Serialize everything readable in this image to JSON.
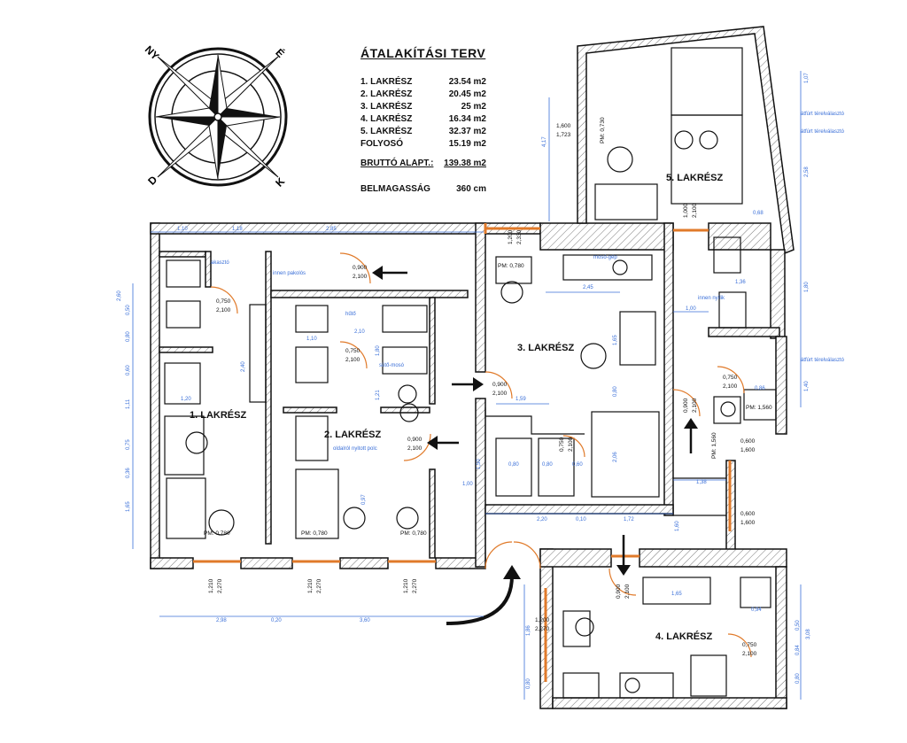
{
  "plan": {
    "title": "ÁTALAKÍTÁSI TERV",
    "areas": [
      {
        "label": "1. LAKRÉSZ",
        "value": "23.54 m2"
      },
      {
        "label": "2. LAKRÉSZ",
        "value": "20.45 m2"
      },
      {
        "label": "3. LAKRÉSZ",
        "value": "25 m2"
      },
      {
        "label": "4. LAKRÉSZ",
        "value": "16.34 m2"
      },
      {
        "label": "5. LAKRÉSZ",
        "value": "32.37 m2"
      },
      {
        "label": "FOLYOSÓ",
        "value": "15.19 m2"
      }
    ],
    "gross": {
      "label": "BRUTTÓ ALAPT.:",
      "value": "139.38 m2"
    },
    "ceiling": {
      "label": "BELMAGASSÁG",
      "value": "360 cm"
    }
  },
  "compass": {
    "nw": "NY",
    "ne": "É",
    "sw": "D",
    "se": "K"
  },
  "rooms": {
    "r1": "1. LAKRÉSZ",
    "r2": "2. LAKRÉSZ",
    "r3": "3. LAKRÉSZ",
    "r4": "4. LAKRÉSZ",
    "r5": "5. LAKRÉSZ"
  },
  "notes": {
    "akaszto": "akasztó",
    "innen_pakolos": "innen pakolós",
    "innen_nyilik": "innen nyílik",
    "oldalrol": "oldalról nyitott polc",
    "sutoi_moso": "sütő-mosó",
    "moso_gep": "mosó-gép",
    "hulo": "hűtő",
    "atfort_1": "átfúrt térelválasztó",
    "atfort_2": "átfúrt térelválasztó",
    "atfort_3": "átfúrt térelválasztó",
    "pm1": "PM: 0,780",
    "pm2": "PM: 0,780",
    "pm3": "PM: 0,780",
    "pm4": "PM: 0,780",
    "pm5": "PM: 1,560",
    "pm6": "PM: 1,560",
    "pm7": "PM: 0,730"
  },
  "doors": [
    {
      "w": "0,900",
      "h": "2,100"
    },
    {
      "w": "0,750",
      "h": "2,100"
    },
    {
      "w": "0,750",
      "h": "2,100"
    },
    {
      "w": "0,900",
      "h": "2,100"
    },
    {
      "w": "0,900",
      "h": "2,100"
    },
    {
      "w": "0,750",
      "h": "2,100"
    },
    {
      "w": "0,750",
      "h": "2,100"
    },
    {
      "w": "0,900",
      "h": "2,100"
    },
    {
      "w": "0,900",
      "h": "2,100"
    },
    {
      "w": "0,750",
      "h": "2,100"
    }
  ],
  "windows": [
    {
      "w": "1,210",
      "h": "2,270"
    },
    {
      "w": "1,210",
      "h": "2,270"
    },
    {
      "w": "1,210",
      "h": "2,270"
    },
    {
      "w": "1,200",
      "h": "2,270"
    },
    {
      "w": "1,200",
      "h": "2,330"
    },
    {
      "w": "1,600",
      "h": "1,723"
    },
    {
      "w": "0,600",
      "h": "1,600"
    },
    {
      "w": "0,600",
      "h": "1,600"
    },
    {
      "w": "1,000",
      "h": "2,100"
    }
  ],
  "dims": {
    "top": [
      "1,10",
      "1,18",
      "2,85"
    ],
    "bottom": [
      "2,98",
      "0,20",
      "3,60"
    ],
    "mid": [
      "2,20",
      "0,10",
      "1,72"
    ],
    "r3": [
      "2,45",
      "1,65",
      "0,80",
      "2,06",
      "1,59",
      "0,80",
      "0,80",
      "0,60",
      "1,50",
      "1,00"
    ],
    "r2": [
      "1,10",
      "2,10",
      "1,80",
      "1,21",
      "0,97"
    ],
    "left": [
      "2,60",
      "0,50",
      "0,80",
      "0,60",
      "1,11",
      "0,75",
      "0,36",
      "1,65"
    ],
    "r1": [
      "1,20",
      "2,40"
    ],
    "right": [
      "1,07",
      "2,58",
      "1,80",
      "1,40"
    ],
    "r5": [
      "0,68",
      "1,36",
      "1,00",
      "0,86",
      "1,38"
    ],
    "r4": [
      "1,65",
      "0,94",
      "1,86",
      "0,80",
      "0,50",
      "0,84",
      "0,80",
      "3,08"
    ],
    "misc": [
      "4,17",
      "1,60"
    ]
  }
}
